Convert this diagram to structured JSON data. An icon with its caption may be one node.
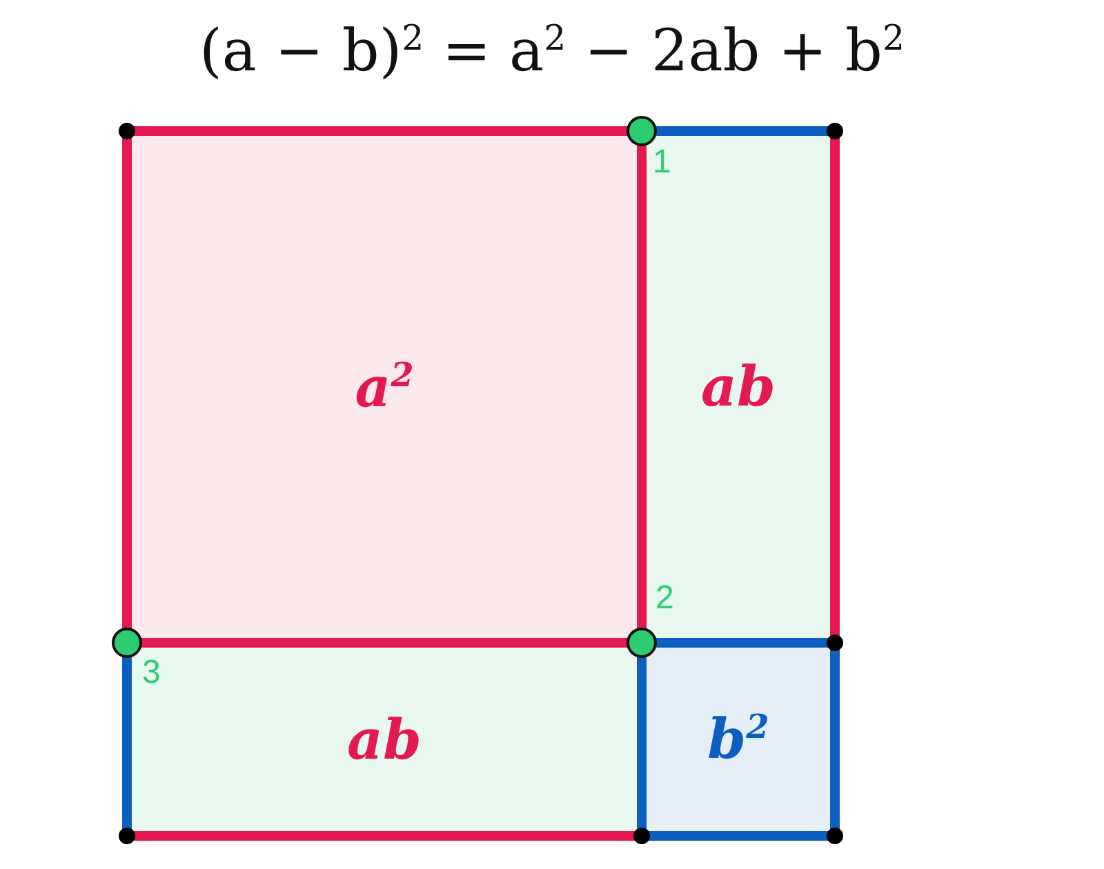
{
  "diagram": {
    "title": "(a − b)$^{2}$ = a$^{2}$ − 2ab + b$^{2}$",
    "nodes": [
      {
        "text": [
          "a$^{2}$"
        ]
      },
      {
        "text": [
          "ab"
        ]
      },
      {
        "text": [
          "ab"
        ]
      },
      {
        "text": [
          "b$^{2}$"
        ]
      }
    ],
    "labels": [
      "1",
      "2",
      "3"
    ]
  }
}
